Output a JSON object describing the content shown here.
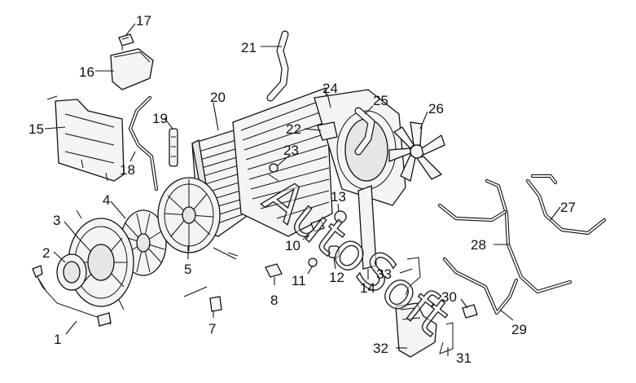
{
  "watermark": "AutoSoft",
  "callouts": [
    {
      "id": "1",
      "text": "1"
    },
    {
      "id": "2",
      "text": "2"
    },
    {
      "id": "3",
      "text": "3"
    },
    {
      "id": "4",
      "text": "4"
    },
    {
      "id": "5",
      "text": "5"
    },
    {
      "id": "7",
      "text": "7"
    },
    {
      "id": "8",
      "text": "8"
    },
    {
      "id": "10",
      "text": "10"
    },
    {
      "id": "11",
      "text": "11"
    },
    {
      "id": "12",
      "text": "12"
    },
    {
      "id": "13",
      "text": "13"
    },
    {
      "id": "14",
      "text": "14"
    },
    {
      "id": "15",
      "text": "15"
    },
    {
      "id": "16",
      "text": "16"
    },
    {
      "id": "17",
      "text": "17"
    },
    {
      "id": "18",
      "text": "18"
    },
    {
      "id": "19",
      "text": "19"
    },
    {
      "id": "20",
      "text": "20"
    },
    {
      "id": "21",
      "text": "21"
    },
    {
      "id": "22",
      "text": "22"
    },
    {
      "id": "23",
      "text": "23"
    },
    {
      "id": "24",
      "text": "24"
    },
    {
      "id": "25",
      "text": "25"
    },
    {
      "id": "26",
      "text": "26"
    },
    {
      "id": "27",
      "text": "27"
    },
    {
      "id": "28",
      "text": "28"
    },
    {
      "id": "29",
      "text": "29"
    },
    {
      "id": "30",
      "text": "30"
    },
    {
      "id": "31",
      "text": "31"
    },
    {
      "id": "32",
      "text": "32"
    },
    {
      "id": "33",
      "text": "33"
    }
  ],
  "colors": {
    "line": "#111111",
    "fill": "#f4f4f4",
    "background": "#ffffff"
  }
}
